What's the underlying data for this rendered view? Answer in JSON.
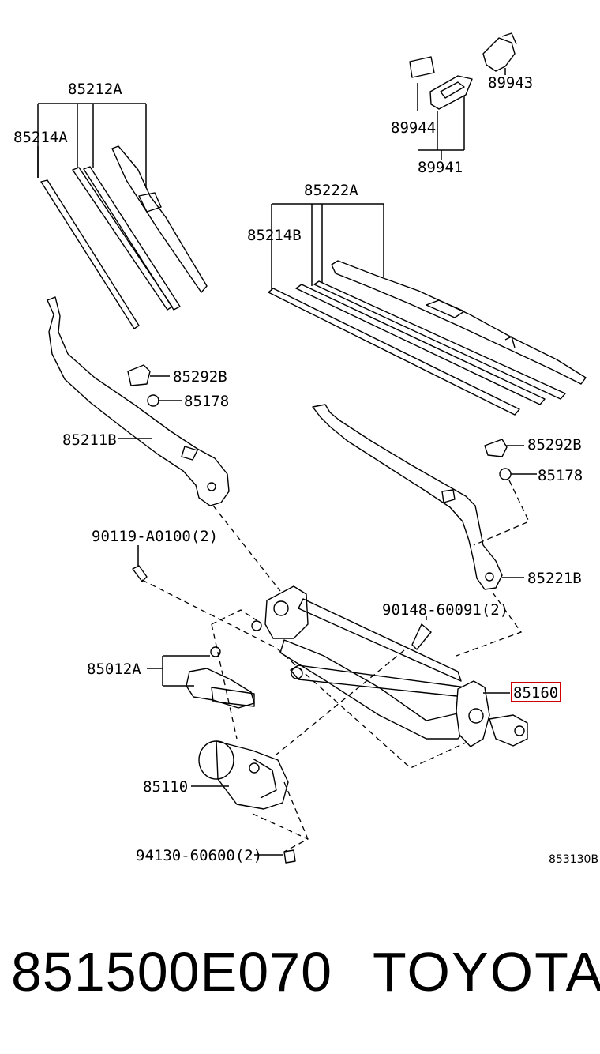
{
  "diagram": {
    "labels": {
      "l85212A": "85212A",
      "l85214A": "85214A",
      "l89943": "89943",
      "l89944": "89944",
      "l89941": "89941",
      "l85222A": "85222A",
      "l85214B": "85214B",
      "l85292B_left": "85292B",
      "l85178_left": "85178",
      "l85211B": "85211B",
      "l85292B_right": "85292B",
      "l85178_right": "85178",
      "l90119": "90119-A0100(2)",
      "l85221B": "85221B",
      "l90148": "90148-60091(2)",
      "l85012A": "85012A",
      "l85160": "85160",
      "l85110": "85110",
      "l94130": "94130-60600(2)",
      "ref": "853130B"
    },
    "highlight": {
      "part": "85160",
      "color": "#d00000"
    }
  },
  "footer": {
    "part_number": "851500E070",
    "brand": "TOYOTA"
  }
}
